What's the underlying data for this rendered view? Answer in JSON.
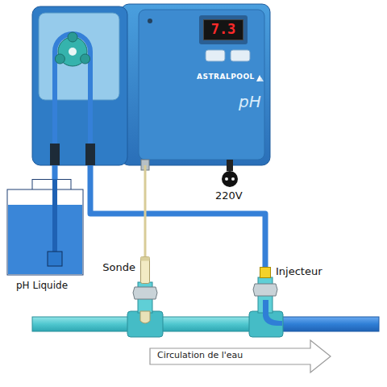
{
  "diagram": {
    "nodes": [
      {
        "text": [
          "ASTRALPOOL",
          "pH"
        ]
      },
      {
        "text": [
          "7.3"
        ],
        "in": 0
      },
      {
        "text": [
          "pH Liquide"
        ]
      },
      {
        "text": [
          "Sonde"
        ]
      },
      {
        "text": [
          "Injecteur"
        ]
      },
      {
        "text": [
          "Circulation de l'eau"
        ]
      }
    ],
    "edges": [
      {
        "from": 2,
        "to": 0,
        "arrow": "none"
      },
      {
        "from": 0,
        "to": 4,
        "arrow": "none"
      },
      {
        "from": 0,
        "to": 3,
        "arrow": "none"
      }
    ],
    "labels": [
      "220V"
    ]
  }
}
